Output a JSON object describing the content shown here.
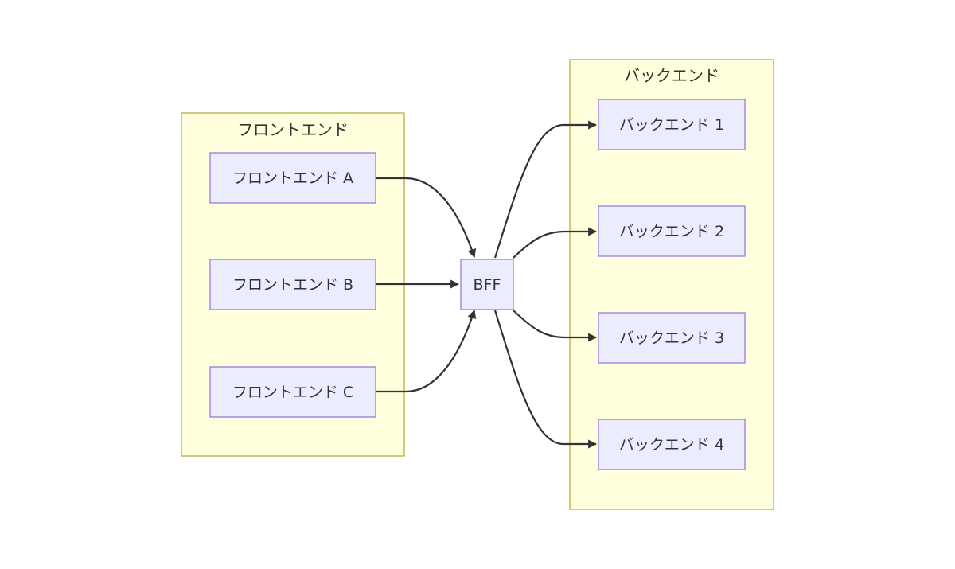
{
  "colors": {
    "cluster_fill": "#ffffde",
    "cluster_stroke": "#aaaa33",
    "node_fill": "#ececff",
    "node_stroke": "#9370db",
    "edge": "#333333",
    "text": "#333333"
  },
  "clusters": {
    "frontend": {
      "label": "フロントエンド"
    },
    "backend": {
      "label": "バックエンド"
    }
  },
  "nodes": {
    "frontend_a": {
      "label": "フロントエンド A"
    },
    "frontend_b": {
      "label": "フロントエンド B"
    },
    "frontend_c": {
      "label": "フロントエンド C"
    },
    "bff": {
      "label": "BFF"
    },
    "backend_1": {
      "label": "バックエンド 1"
    },
    "backend_2": {
      "label": "バックエンド 2"
    },
    "backend_3": {
      "label": "バックエンド 3"
    },
    "backend_4": {
      "label": "バックエンド 4"
    }
  },
  "edges": [
    {
      "from": "frontend_a",
      "to": "bff"
    },
    {
      "from": "frontend_b",
      "to": "bff"
    },
    {
      "from": "frontend_c",
      "to": "bff"
    },
    {
      "from": "bff",
      "to": "backend_1"
    },
    {
      "from": "bff",
      "to": "backend_2"
    },
    {
      "from": "bff",
      "to": "backend_3"
    },
    {
      "from": "bff",
      "to": "backend_4"
    }
  ]
}
